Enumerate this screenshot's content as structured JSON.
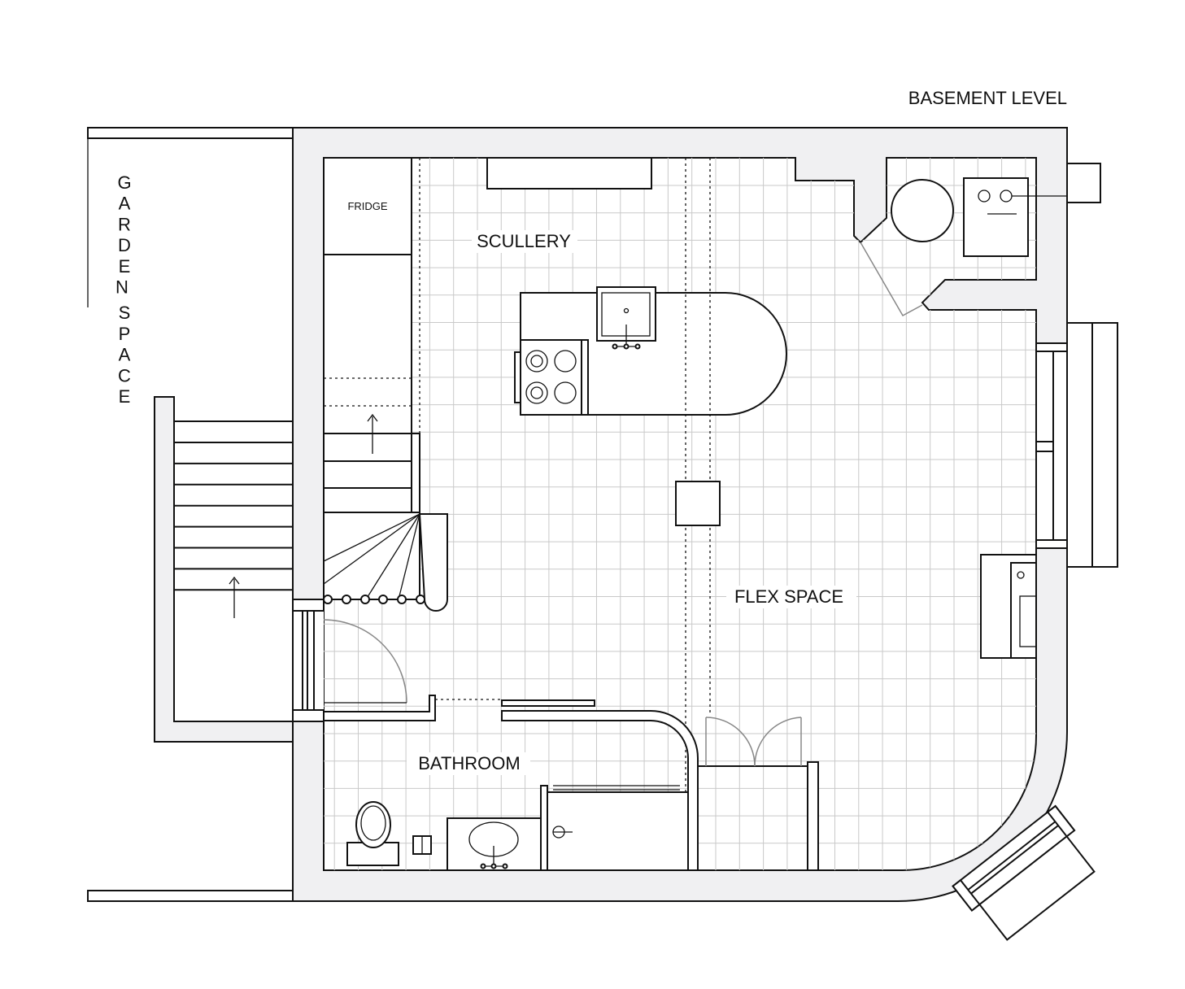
{
  "title": "BASEMENT LEVEL",
  "labels": {
    "garden": "GARDEN SPACE",
    "fridge": "FRIDGE",
    "scullery": "SCULLERY",
    "flex": "FLEX SPACE",
    "bathroom": "BATHROOM"
  },
  "colors": {
    "wall": "#f0f0f2",
    "grid": "#c9c9c9",
    "line": "#111111"
  }
}
